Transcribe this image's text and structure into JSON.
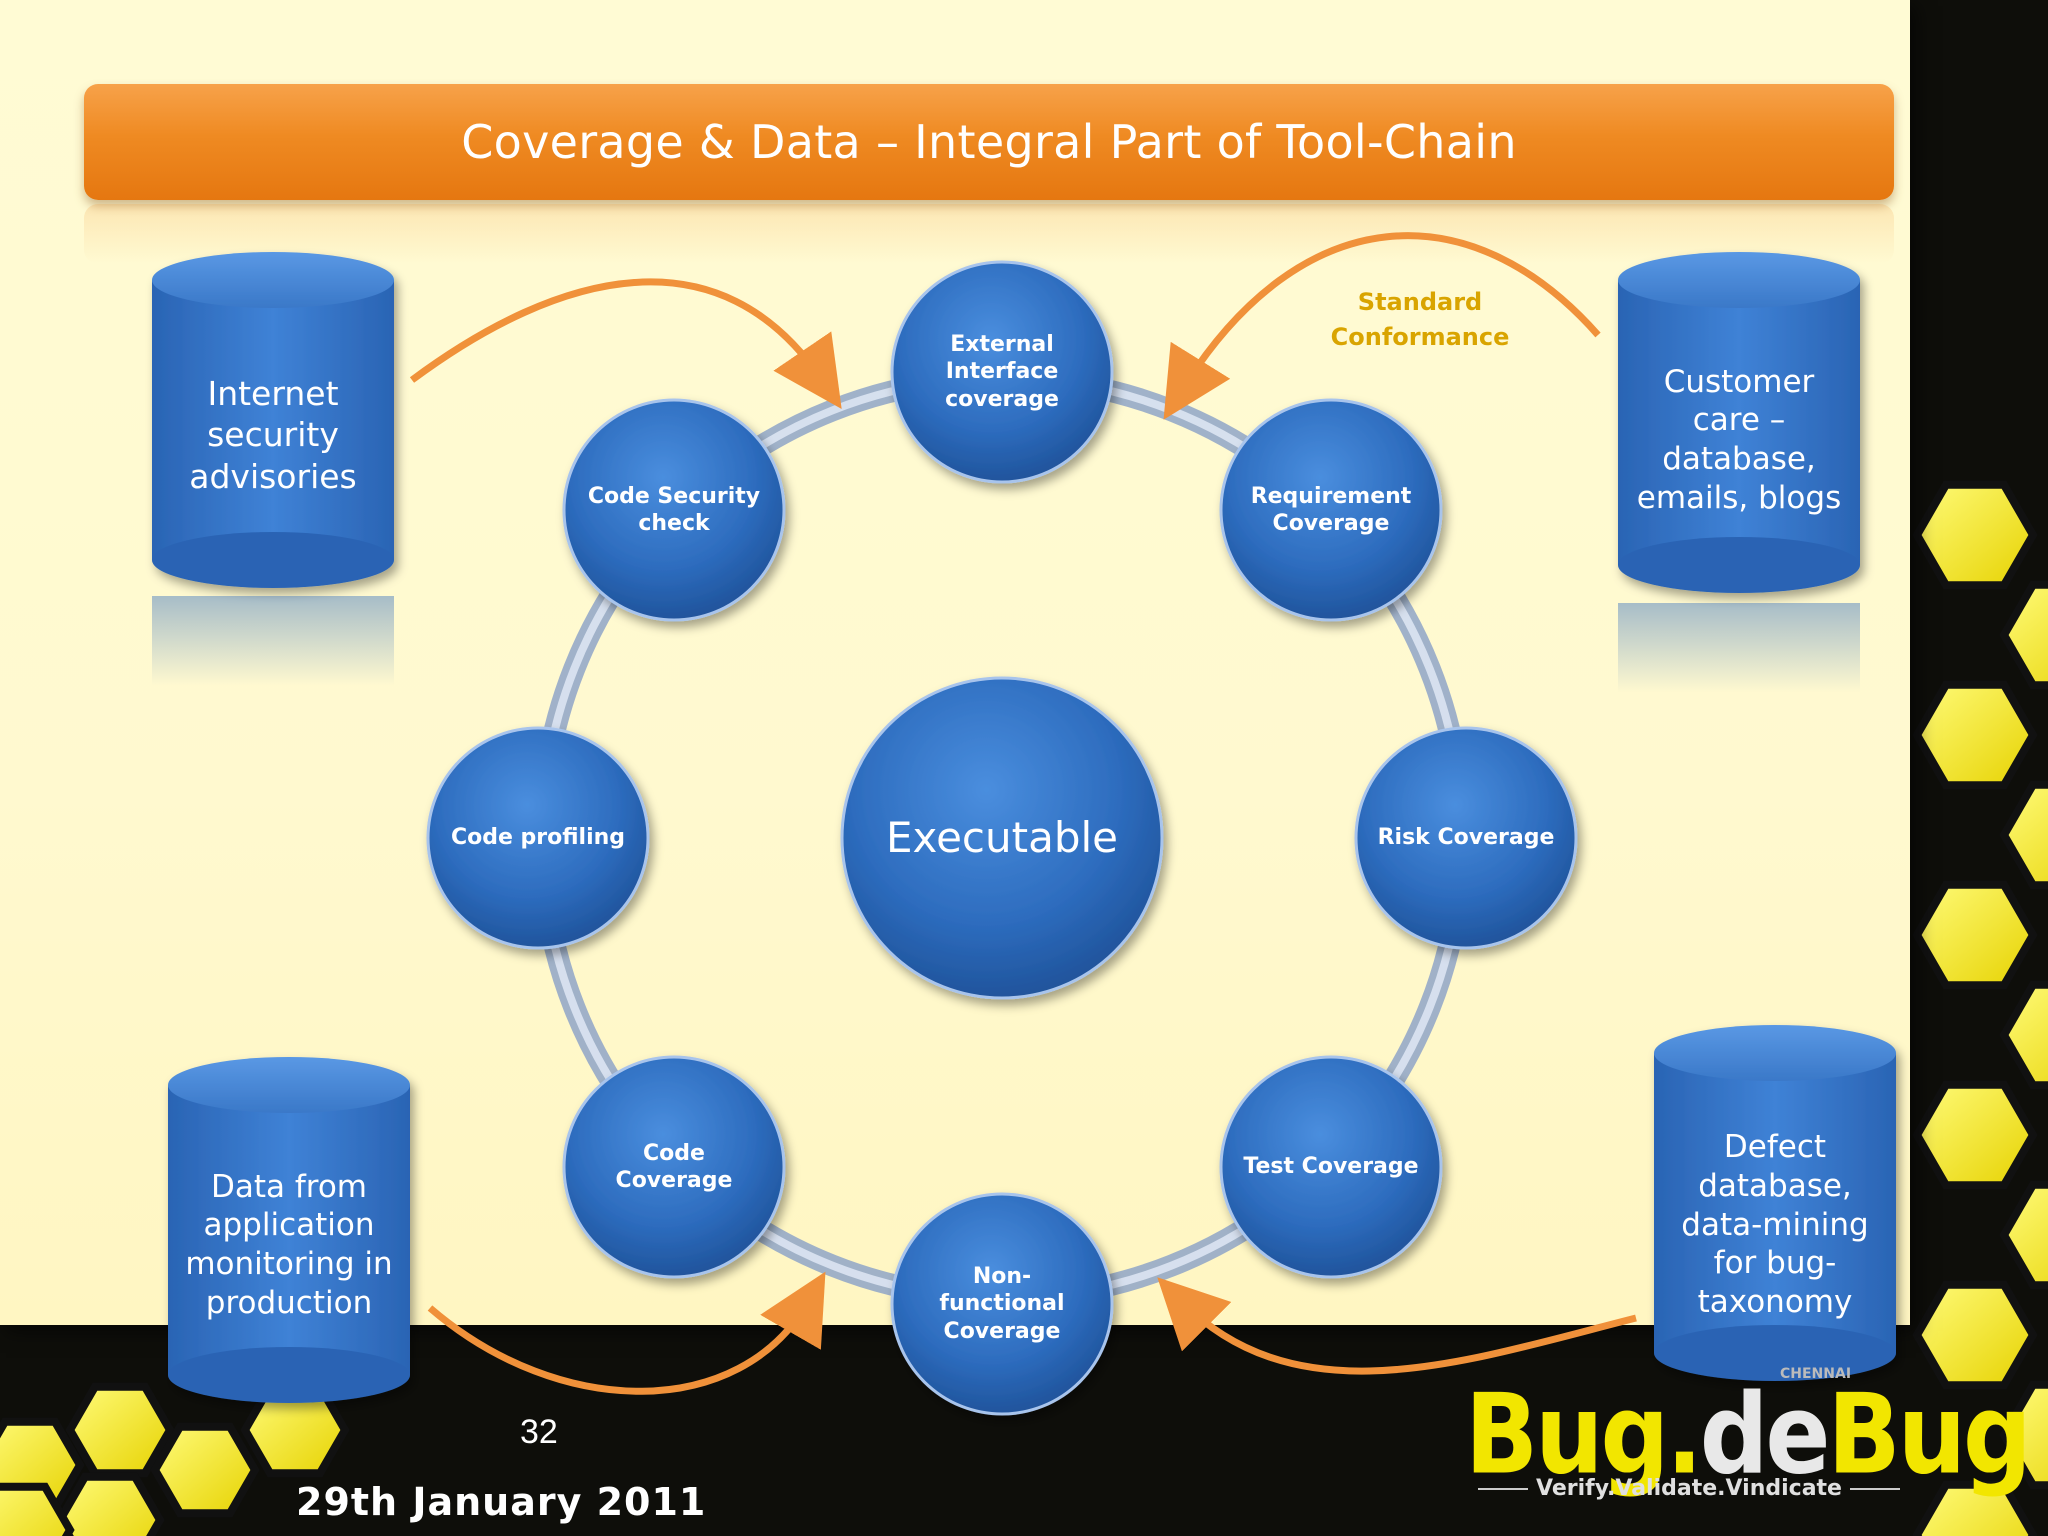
{
  "slide": {
    "title": "Coverage & Data – Integral Part of Tool-Chain",
    "page_number": "32",
    "date": "29th January 2011"
  },
  "cylinders": {
    "internet": "Internet\nsecurity\nadvisories",
    "customer": "Customer\ncare –\ndatabase,\nemails, blogs",
    "monitoring": "Data from\napplication\nmonitoring in\nproduction",
    "defect": "Defect\ndatabase,\ndata-mining\nfor bug-\ntaxonomy"
  },
  "annotation": "Standard\nConformance",
  "center": "Executable",
  "nodes": {
    "external": "External\nInterface\ncoverage",
    "requirement": "Requirement\nCoverage",
    "risk": "Risk Coverage",
    "test": "Test Coverage",
    "nonfunctional": "Non-\nfunctional\nCoverage",
    "code_coverage": "Code\nCoverage",
    "profiling": "Code profiling",
    "security": "Code Security\ncheck"
  },
  "logo": {
    "brand_prefix": "Bug",
    "brand_dot": ".",
    "brand_de": "de",
    "brand_suffix": "Bug",
    "tagline": "Verify.Validate.Vindicate",
    "city": "CHENNAI"
  },
  "colors": {
    "title_bar": "#ef8a22",
    "node_blue": "#2e6fc0",
    "arrow_orange": "#f0913a",
    "honeycomb_yellow": "#f3e400"
  }
}
